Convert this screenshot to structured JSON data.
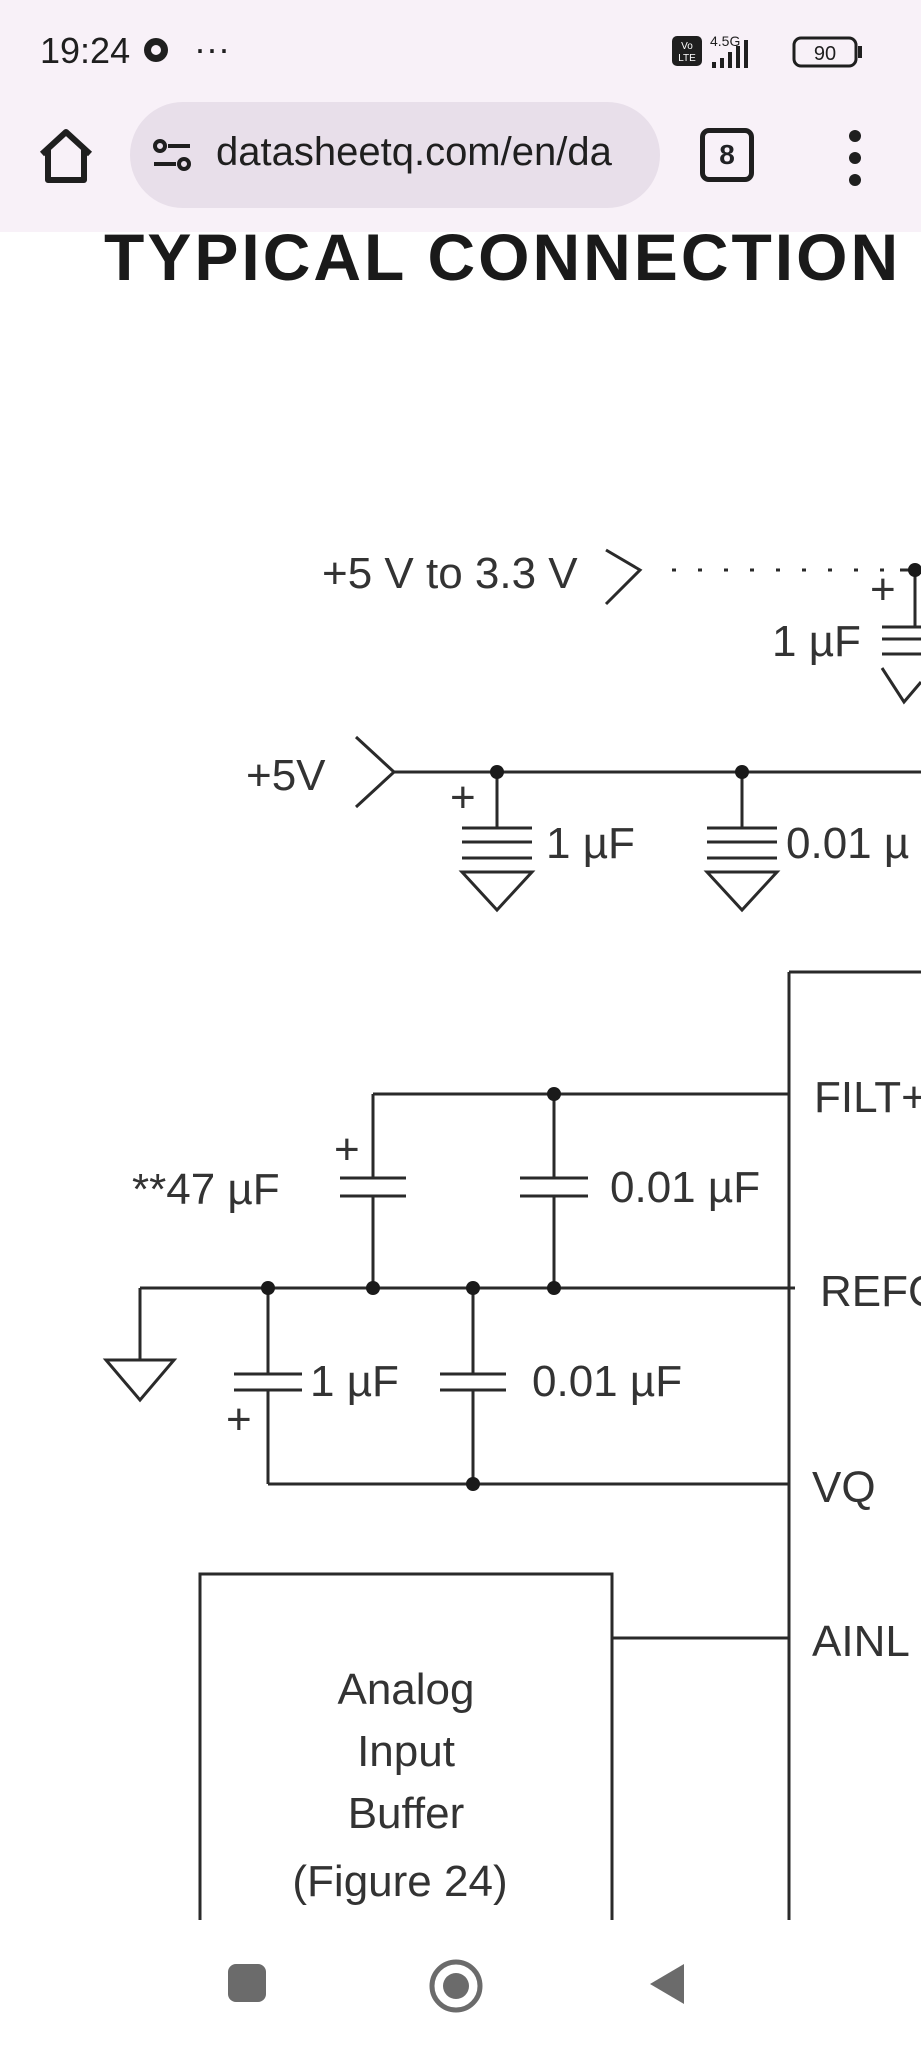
{
  "status_bar": {
    "time": "19:24",
    "dots": "···",
    "volte": "Vo LTE",
    "network": "4.5G",
    "battery": "90"
  },
  "browser": {
    "url": "datasheetq.com/en/da",
    "tab_count": "8",
    "icons": [
      "home-icon",
      "site-settings-icon",
      "tabs-icon",
      "more-vert-icon"
    ]
  },
  "diagram": {
    "title": "TYPICAL CONNECTION",
    "labels": {
      "supply_a": "+5 V to 3.3 V",
      "cap_a": "1 µF",
      "supply_b": "+5V",
      "cap_b1": "1 µF",
      "cap_b2": "0.01 µ",
      "cap_c1": "**47 µF",
      "cap_c2": "0.01 µF",
      "cap_d1": "1 µF",
      "cap_d2": "0.01 µF",
      "plus": "+",
      "pin_filt": "FILT+",
      "pin_ref": "REFG",
      "pin_vq": "VQ",
      "pin_ainl": "AINL",
      "buffer_l1": "Analog",
      "buffer_l2": "Input",
      "buffer_l3": "Buffer",
      "buffer_l4": "(Figure 24)"
    }
  },
  "nav": {
    "icons": [
      "recents-icon",
      "home-circle-icon",
      "back-icon"
    ]
  }
}
